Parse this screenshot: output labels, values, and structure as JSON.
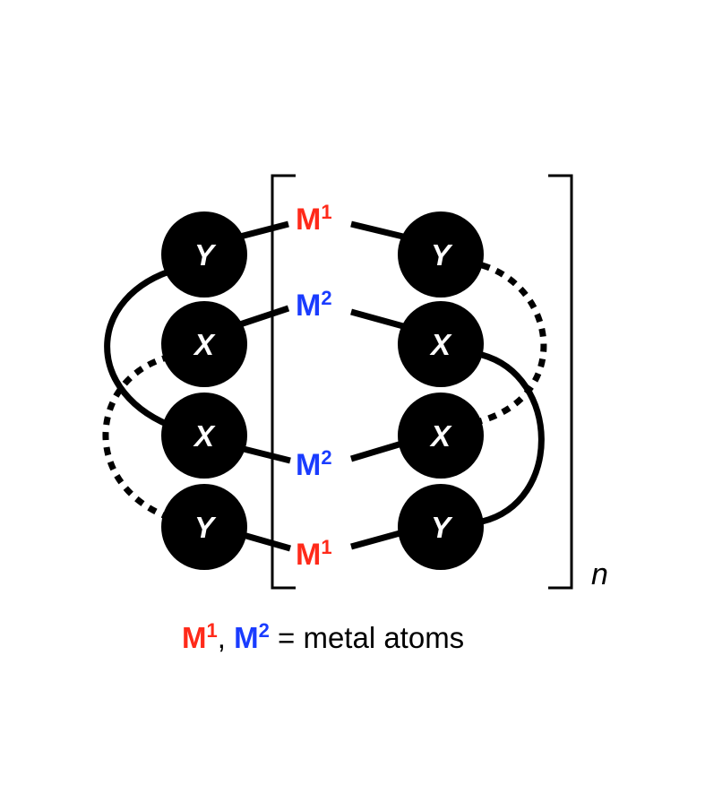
{
  "atoms": {
    "left": [
      "Y",
      "X",
      "X",
      "Y"
    ],
    "right": [
      "Y",
      "X",
      "X",
      "Y"
    ]
  },
  "metals": {
    "top": {
      "base": "M",
      "sup": "1",
      "color": "#ff2a1a"
    },
    "upper": {
      "base": "M",
      "sup": "2",
      "color": "#1a3cff"
    },
    "lower": {
      "base": "M",
      "sup": "2",
      "color": "#1a3cff"
    },
    "bottom": {
      "base": "M",
      "sup": "1",
      "color": "#ff2a1a"
    }
  },
  "repeat_label": "n",
  "caption": {
    "m1": {
      "base": "M",
      "sup": "1",
      "color": "#ff2a1a"
    },
    "separator": ", ",
    "m2": {
      "base": "M",
      "sup": "2",
      "color": "#1a3cff"
    },
    "rest": " = metal atoms"
  }
}
